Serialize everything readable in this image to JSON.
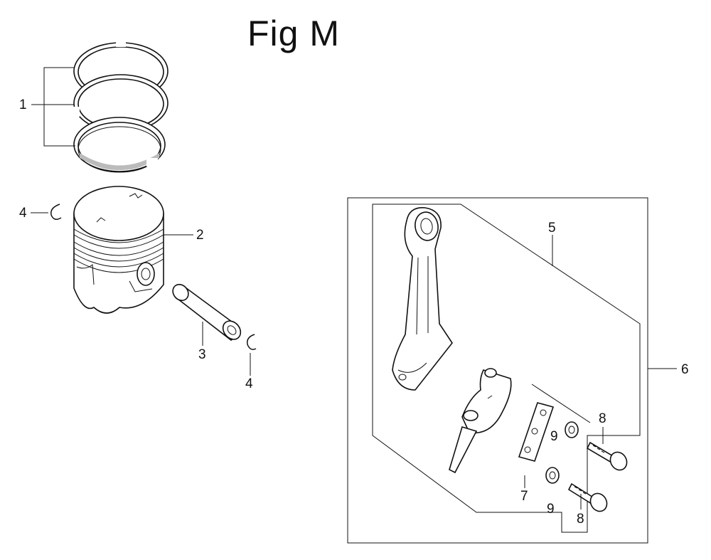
{
  "figure": {
    "title": "Fig M"
  },
  "callouts": {
    "piston_ring_set": "1",
    "piston": "2",
    "piston_pin": "3",
    "pin_clip_left": "4",
    "pin_clip_right": "4",
    "connecting_rod": "5",
    "rod_assembly": "6",
    "oil_dipper_plate": "7",
    "rod_bolt_upper": "8",
    "rod_bolt_lower": "8",
    "washer_upper": "9",
    "washer_lower": "9"
  }
}
